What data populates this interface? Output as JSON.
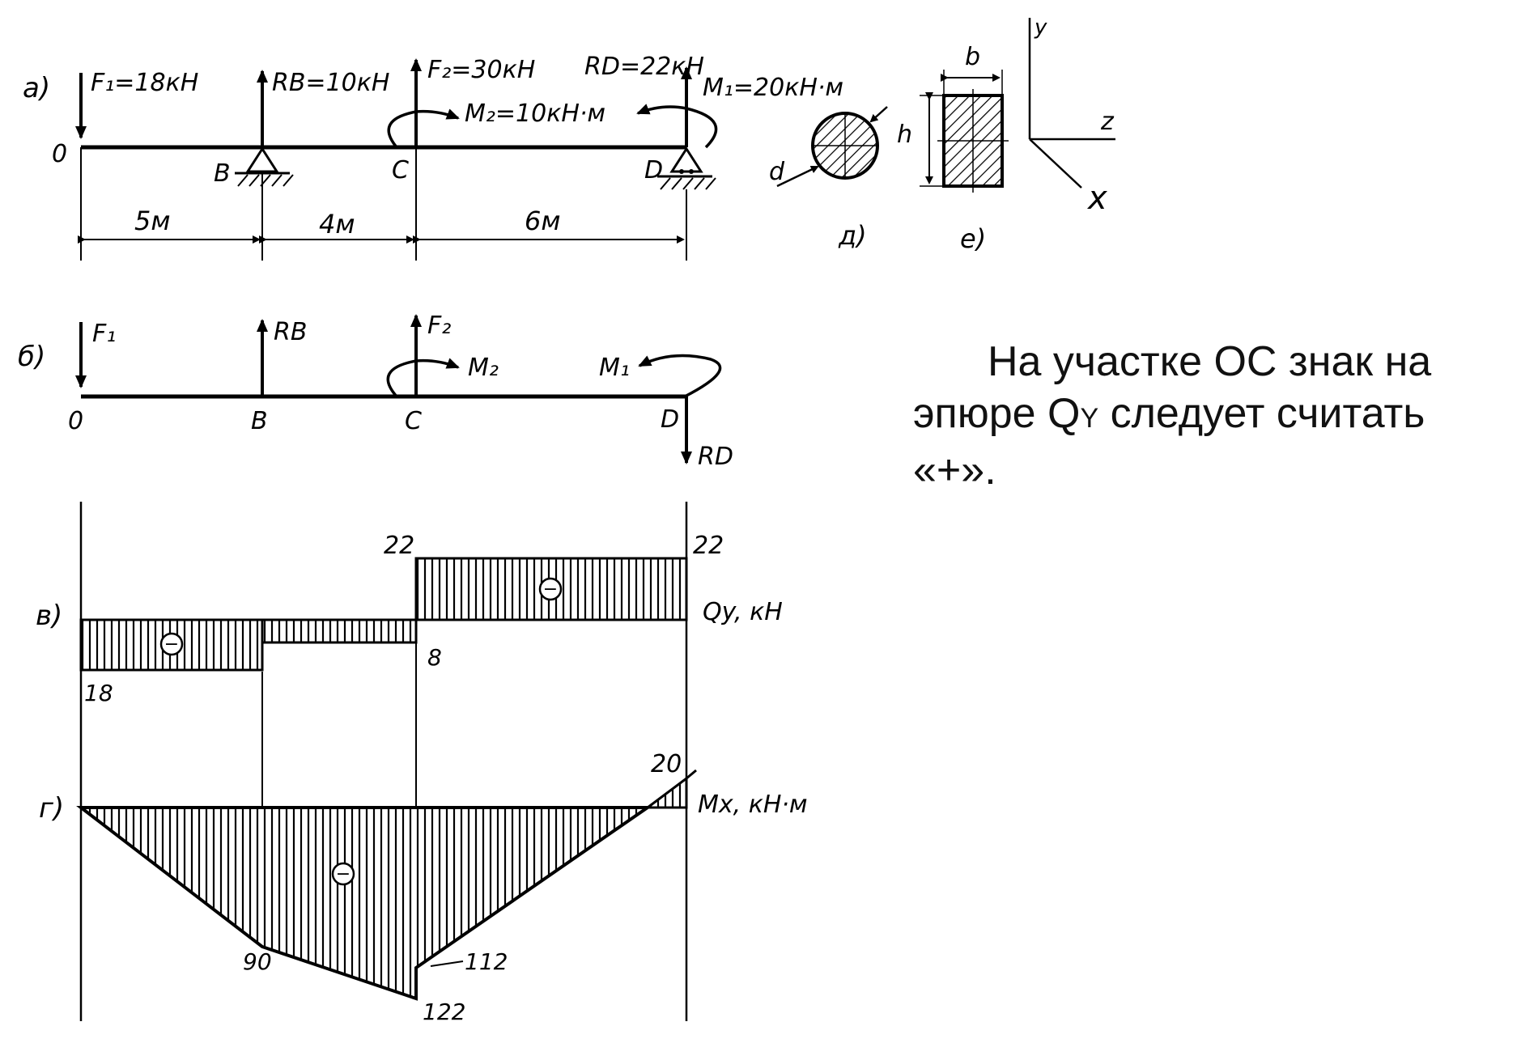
{
  "diagram": {
    "panels": {
      "a": "а)",
      "b": "б)",
      "v": "в)",
      "g": "г)",
      "d": "д)",
      "e": "е)"
    },
    "points": {
      "O": "0",
      "B": "B",
      "C": "C",
      "D": "D"
    },
    "loads": {
      "F1": "F₁=18кН",
      "RB": "RB=10кН",
      "F2": "F₂=30кН",
      "RD": "RD=22кН",
      "M1": "M₁=20кН·м",
      "M2": "M₂=10кН·м"
    },
    "loads_short": {
      "F1": "F₁",
      "RB": "RB",
      "F2": "F₂",
      "M2": "M₂",
      "M1": "M₁",
      "RD": "RD"
    },
    "spans": [
      "5м",
      "4м",
      "6м"
    ],
    "section": {
      "b": "b",
      "h": "h",
      "d": "d",
      "y": "y",
      "z": "z",
      "x": "x"
    },
    "qy": {
      "axis_label": "Qy, кН",
      "values": [
        "18",
        "8",
        "22",
        "22"
      ],
      "sign": "−"
    },
    "mx": {
      "axis_label": "Mx, кН·м",
      "values": [
        "90",
        "122",
        "112",
        "20"
      ],
      "sign": "−"
    }
  },
  "note": {
    "line1": "На участке ОС знак   на",
    "line2_a": "эпюре Q",
    "line2_sub": "Y",
    "line2_b": " следует считать",
    "line3": "«+»."
  }
}
